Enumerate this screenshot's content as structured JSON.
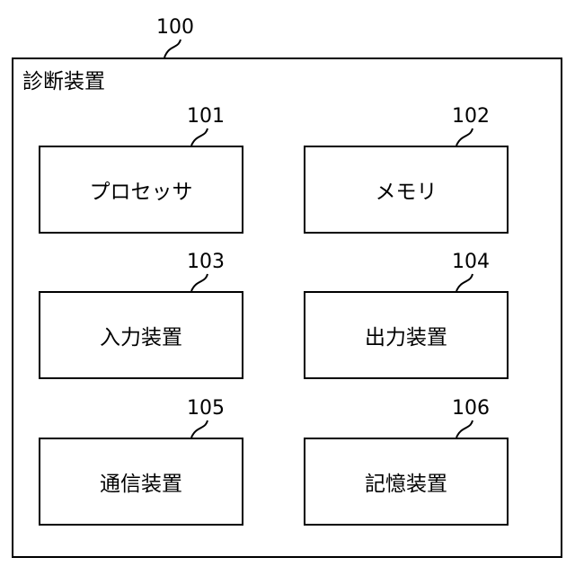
{
  "device": {
    "ref": "100",
    "label": "診断装置"
  },
  "components": [
    {
      "ref": "101",
      "label": "プロセッサ"
    },
    {
      "ref": "102",
      "label": "メモリ"
    },
    {
      "ref": "103",
      "label": "入力装置"
    },
    {
      "ref": "104",
      "label": "出力装置"
    },
    {
      "ref": "105",
      "label": "通信装置"
    },
    {
      "ref": "106",
      "label": "記憶装置"
    }
  ]
}
